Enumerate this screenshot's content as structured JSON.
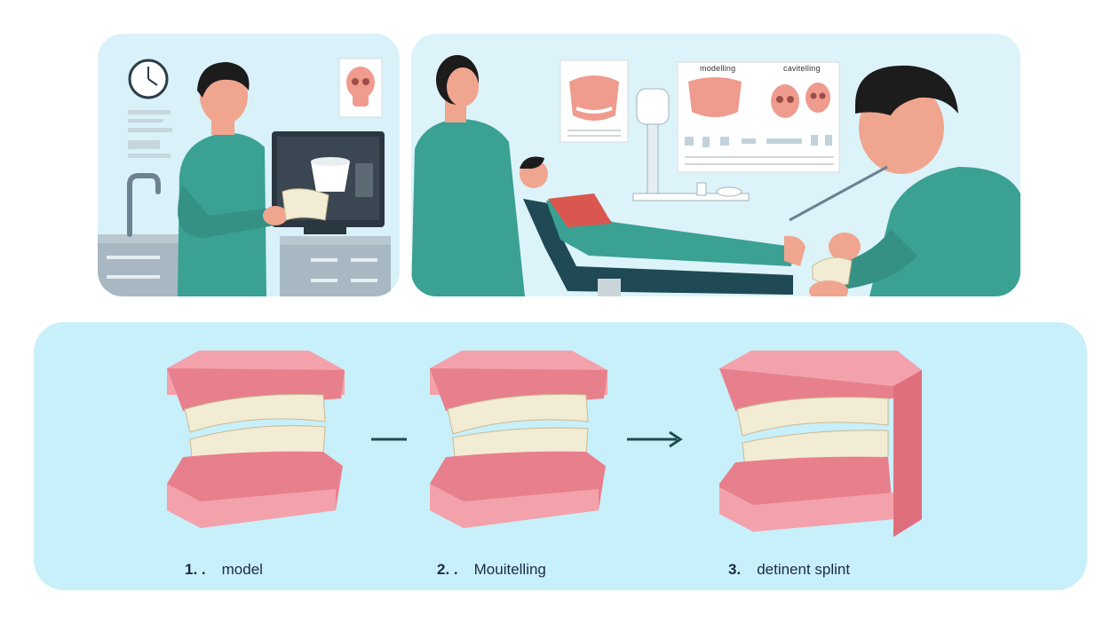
{
  "poster": {
    "label_left": "modelling",
    "label_right": "cavitelling"
  },
  "steps": [
    {
      "number": "1. .",
      "label": "model"
    },
    {
      "number": "2. .",
      "label": "Mouitelling"
    },
    {
      "number": "3.",
      "label": "detinent splint"
    }
  ],
  "colors": {
    "panel_bg": "#d9f1f8",
    "bottom_bg": "#c8f0fa",
    "gum": "#e87f8c",
    "teeth": "#f3ecd4",
    "scrubs": "#3aa193",
    "arrow": "#1d4d4d"
  }
}
